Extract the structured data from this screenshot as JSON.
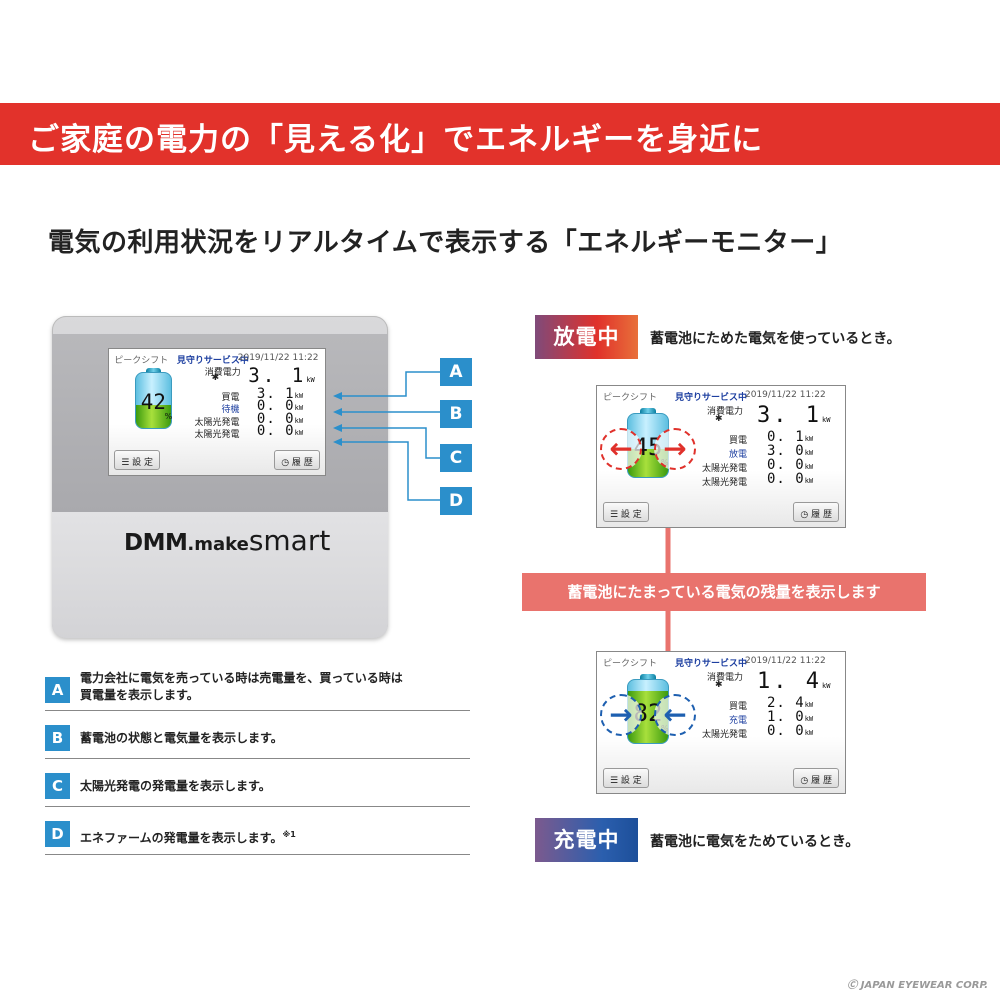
{
  "banner": {
    "title": "ご家庭の電力の「見える化」でエネルギーを身近に"
  },
  "subtitle": "電気の利用状況をリアルタイムで表示する「エネルギーモニター」",
  "device": {
    "brand_dmm": "DMM",
    "brand_make": ".make",
    "brand_smart": "smart",
    "screen": {
      "peak": "ピークシフト",
      "watch": "見守りサービス中",
      "datetime": "2019/11/22 11:22",
      "consumption_label_1": "消費電力",
      "consumption_label_2": "✱",
      "consumption_value": "3. 1",
      "consumption_unit": "kW",
      "battery_percent": "42",
      "battery_percent_sign": "%",
      "battery_level": 0.42,
      "rows": [
        {
          "label": "買電",
          "value": "3. 1",
          "unit": "kW",
          "blue": false
        },
        {
          "label": "待機",
          "value": "0. 0",
          "unit": "kW",
          "blue": true
        },
        {
          "label": "太陽光発電",
          "value": "0. 0",
          "unit": "kW",
          "blue": false
        },
        {
          "label": "太陽光発電",
          "value": "0. 0",
          "unit": "kW",
          "blue": false
        }
      ],
      "settings_button": "☰ 設 定",
      "history_button": "◷ 履 歴"
    }
  },
  "callouts": [
    "A",
    "B",
    "C",
    "D"
  ],
  "legend": [
    {
      "tag": "A",
      "line1": "電力会社に電気を売っている時は売電量を、買っている時は",
      "line2": "買電量を表示します。"
    },
    {
      "tag": "B",
      "line1": "蓄電池の状態と電気量を表示します。",
      "line2": ""
    },
    {
      "tag": "C",
      "line1": "太陽光発電の発電量を表示します。",
      "line2": ""
    },
    {
      "tag": "D",
      "line1": "エネファームの発電量を表示します。",
      "line2": "",
      "note": "※1"
    }
  ],
  "discharge": {
    "mode_label": "放電中",
    "description": "蓄電池にためた電気を使っているとき。",
    "screen": {
      "peak": "ピークシフト",
      "watch": "見守りサービス中",
      "datetime": "2019/11/22 11:22",
      "consumption_label_1": "消費電力",
      "consumption_label_2": "✱",
      "consumption_value": "3. 1",
      "consumption_unit": "kW",
      "battery_percent": "45",
      "battery_percent_sign": "%",
      "battery_level": 0.45,
      "rows": [
        {
          "label": "買電",
          "value": "0. 1",
          "unit": "kW",
          "blue": false
        },
        {
          "label": "放電",
          "value": "3. 0",
          "unit": "kW",
          "blue": true
        },
        {
          "label": "太陽光発電",
          "value": "0. 0",
          "unit": "kW",
          "blue": false
        },
        {
          "label": "太陽光発電",
          "value": "0. 0",
          "unit": "kW",
          "blue": false
        }
      ],
      "settings_button": "☰ 設 定",
      "history_button": "◷ 履 歴"
    }
  },
  "middle_banner": "蓄電池にたまっている電気の残量を表示します",
  "charge": {
    "mode_label": "充電中",
    "description": "蓄電池に電気をためているとき。",
    "screen": {
      "peak": "ピークシフト",
      "watch": "見守りサービス中",
      "datetime": "2019/11/22 11:22",
      "consumption_label_1": "消費電力",
      "consumption_label_2": "✱",
      "consumption_value": "1. 4",
      "consumption_unit": "kW",
      "battery_percent": "82",
      "battery_percent_sign": "%",
      "battery_level": 0.82,
      "rows": [
        {
          "label": "買電",
          "value": "2. 4",
          "unit": "kW",
          "blue": false
        },
        {
          "label": "充電",
          "value": "1. 0",
          "unit": "kW",
          "blue": true
        },
        {
          "label": "太陽光発電",
          "value": "0. 0",
          "unit": "kW",
          "blue": false
        }
      ],
      "settings_button": "☰ 設 定",
      "history_button": "◷ 履 歴"
    }
  },
  "colors": {
    "banner_red": "#e2322b",
    "callout_blue": "#2b8fcb",
    "discharge_red": "#e0312b",
    "charge_blue": "#1d5fb0"
  },
  "copyright": "Ⓒ JAPAN EYEWEAR CORP."
}
